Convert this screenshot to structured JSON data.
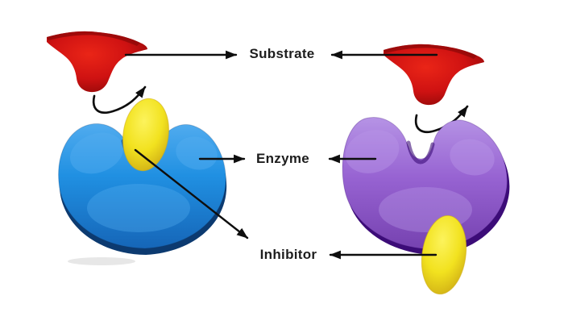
{
  "figure": {
    "labels": {
      "substrate": "Substrate",
      "enzyme": "Enzyme",
      "inhibitor": "Inhibitor"
    },
    "colors": {
      "background": "#ffffff",
      "text": "#1d1d1d",
      "arrow": "#0e0e0e",
      "substrate": {
        "base": "#cf1212",
        "light": "#ea2517",
        "dark": "#8e0808"
      },
      "enzyme_left": {
        "base": "#2090e2",
        "light": "#55aef0",
        "dark": "#1563b5",
        "rim": "#0c3a70"
      },
      "enzyme_right": {
        "base": "#9763d2",
        "light": "#b795e6",
        "dark": "#7440ae",
        "rim": "#3c0c78"
      },
      "inhibitor": {
        "base": "#f2e21f",
        "light": "#fcf35c",
        "dark": "#cfae15"
      }
    }
  }
}
